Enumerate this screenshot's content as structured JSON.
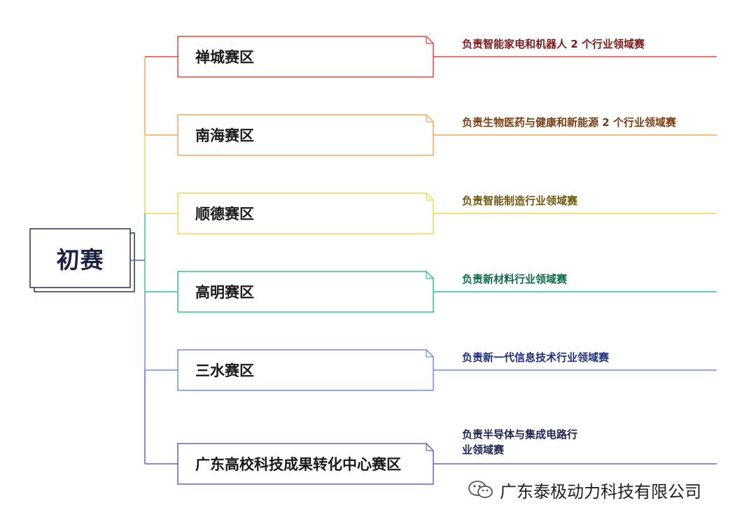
{
  "root": {
    "label": "初赛",
    "line_color": "#5a63c8"
  },
  "zones": [
    {
      "name": "禅城赛区",
      "desc": [
        "负责智能家电和机器人 2 个行业领域赛"
      ],
      "color": "#e8453c",
      "text_color": "#7a1a1a"
    },
    {
      "name": "南海赛区",
      "desc": [
        "负责生物医药与健康和新能源 2 个行业领域赛"
      ],
      "color": "#f4a85a",
      "text_color": "#7a3e10"
    },
    {
      "name": "顺德赛区",
      "desc": [
        "负责智能制造行业领域赛"
      ],
      "color": "#f0d84a",
      "text_color": "#6e5a0e"
    },
    {
      "name": "高明赛区",
      "desc": [
        "负责新材料行业领域赛"
      ],
      "color": "#2fc48e",
      "text_color": "#0f6b47"
    },
    {
      "name": "三水赛区",
      "desc": [
        "负责新一代信息技术行业领域赛"
      ],
      "color": "#6f8fe0",
      "text_color": "#1f2f78"
    },
    {
      "name": "广东高校科技成果转化中心赛区",
      "desc": [
        "负责半导体与集成电路行",
        "业领域赛"
      ],
      "color": "#5a63c8",
      "text_color": "#1f2350"
    }
  ],
  "watermark": {
    "text": "广东泰极动力科技有限公司",
    "icon": "wechat-icon"
  }
}
